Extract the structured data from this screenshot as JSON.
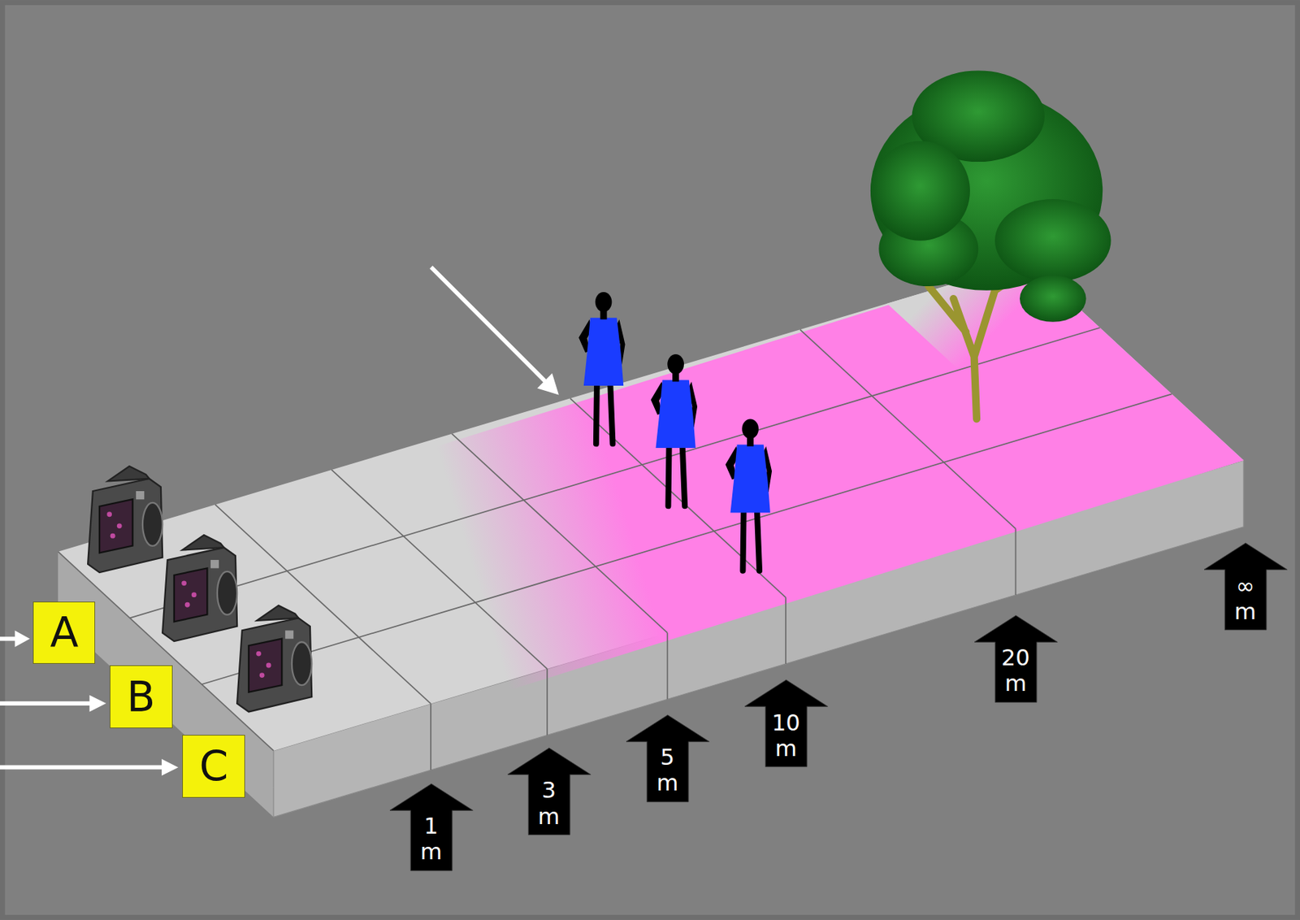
{
  "diagram": {
    "nodes": [
      {
        "text": [
          "A"
        ]
      },
      {
        "text": [
          "B"
        ]
      },
      {
        "text": [
          "C"
        ]
      },
      {
        "text": [
          "1 m"
        ]
      },
      {
        "text": [
          "3 m"
        ]
      },
      {
        "text": [
          "5 m"
        ]
      },
      {
        "text": [
          "10 m"
        ]
      },
      {
        "text": [
          "20 m"
        ]
      },
      {
        "text": [
          "∞ m"
        ]
      }
    ]
  }
}
